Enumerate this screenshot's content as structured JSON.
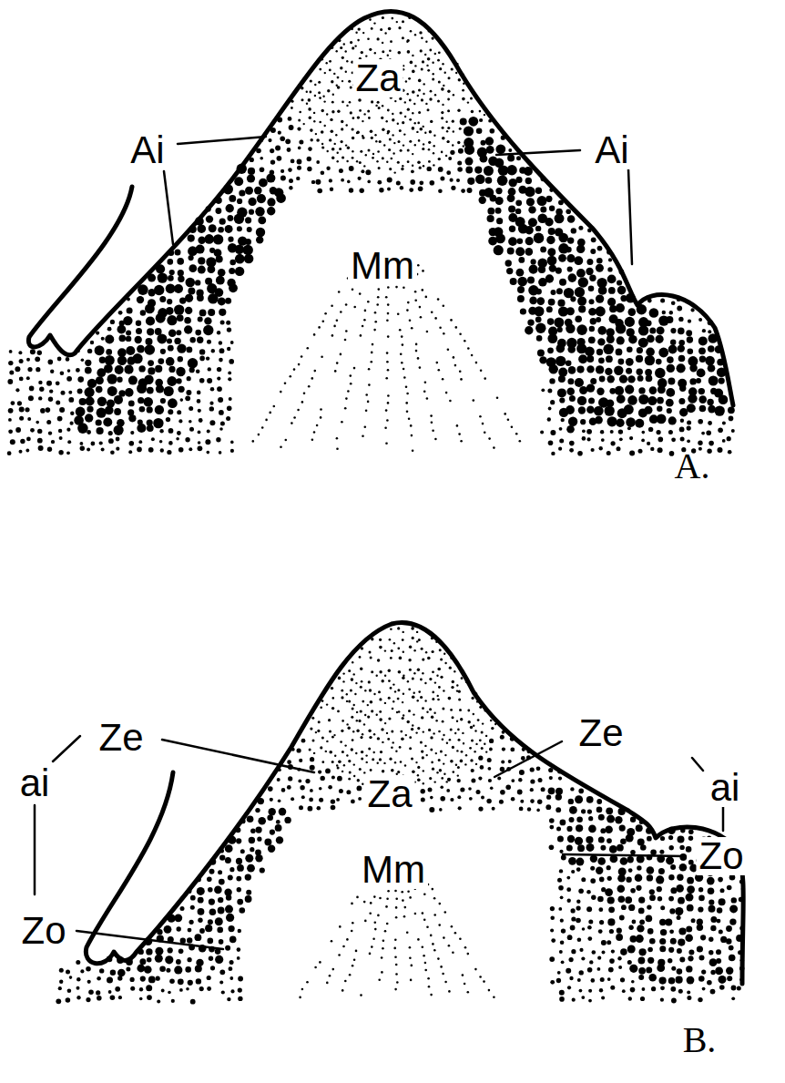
{
  "diagram": {
    "labels": [
      "Ai",
      "Za",
      "Ai",
      "Mm",
      "A.",
      "Ze",
      "Za",
      "Ze",
      "ai",
      "ai",
      "Mm",
      "Zo",
      "Zo",
      "B."
    ]
  }
}
